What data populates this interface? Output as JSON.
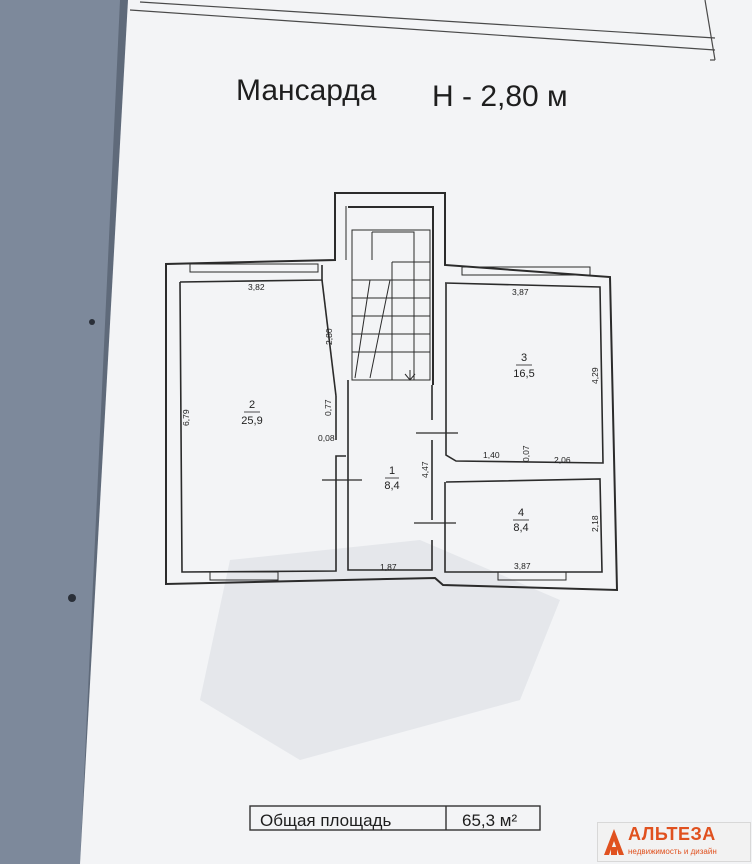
{
  "title": {
    "label": "Мансарда",
    "height": "Н - 2,80 м"
  },
  "rooms": [
    {
      "number": "1",
      "area": "8,4"
    },
    {
      "number": "2",
      "area": "25,9"
    },
    {
      "number": "3",
      "area": "16,5"
    },
    {
      "number": "4",
      "area": "8,4"
    }
  ],
  "dimensions": {
    "r2_width": "3,82",
    "r2_height": "6,79",
    "r2_right": "2,80",
    "r2_notch": "0,77",
    "r2_notch_small": "0,08",
    "r3_width": "3,87",
    "r3_height": "4,29",
    "r3_bottom_left": "1,40",
    "r3_bottom_small": "0,07",
    "r3_bottom_right": "2,06",
    "r1_height": "4,47",
    "r1_width": "1,87",
    "r4_width": "3,87",
    "r4_height": "2,18"
  },
  "total": {
    "label": "Общая площадь",
    "value": "65,3 м²"
  },
  "logo": {
    "name": "АЛЬТЕЗА",
    "tagline": "недвижимость и дизайн"
  },
  "colors": {
    "paper": "#f3f4f6",
    "line": "#2b2b2b",
    "background": "#6e7a8c",
    "logo": "#e0511f"
  }
}
